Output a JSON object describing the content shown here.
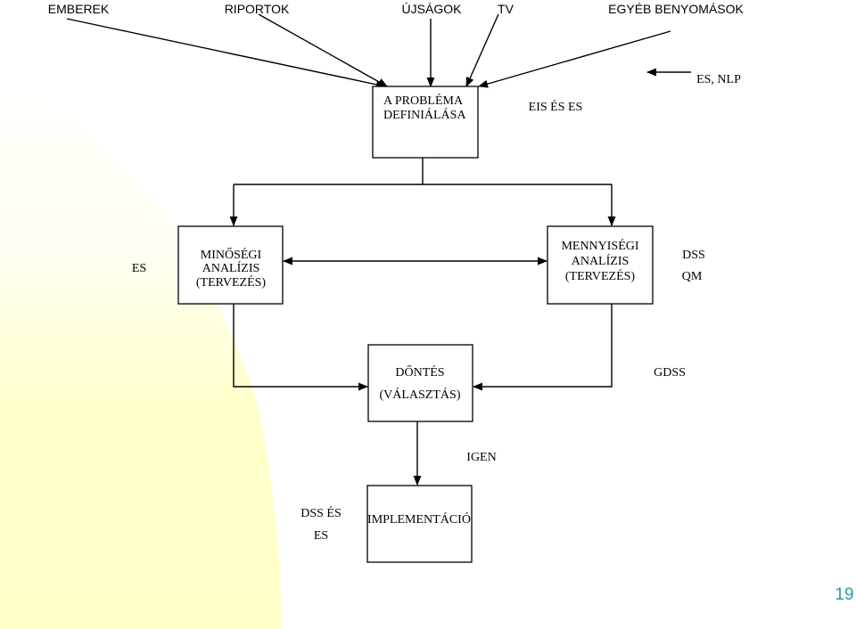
{
  "sources": [
    "EMBEREK",
    "RIPORTOK",
    "ÚJSÁGOK",
    "TV",
    "EGYÉB BENYOMÁSOK"
  ],
  "boxes": {
    "problem": [
      "A PROBLÉMA",
      "DEFINIÁLÁSA"
    ],
    "qualitative": [
      "MINŐSÉGI",
      "ANALÍZIS",
      "(TERVEZÉS)"
    ],
    "quantitative": [
      "MENNYISÉGI",
      "ANALÍZIS",
      "(TERVEZÉS)"
    ],
    "decision": [
      "DŐNTÉS",
      "(VÁLASZTÁS)"
    ],
    "implementation": [
      "IMPLEMENTÁCIÓ"
    ]
  },
  "annotations": {
    "es_nlp": "ES, NLP",
    "eis_es": "EIS ÉS ES",
    "es": "ES",
    "dss": "DSS",
    "qm": "QM",
    "gdss": "GDSS",
    "igen": "IGEN",
    "dss_es": [
      "DSS ÉS",
      "ES"
    ]
  },
  "page_number": "19",
  "colors": {
    "background_accent": "#ffffcc",
    "page_number": "#2a9a9a"
  }
}
